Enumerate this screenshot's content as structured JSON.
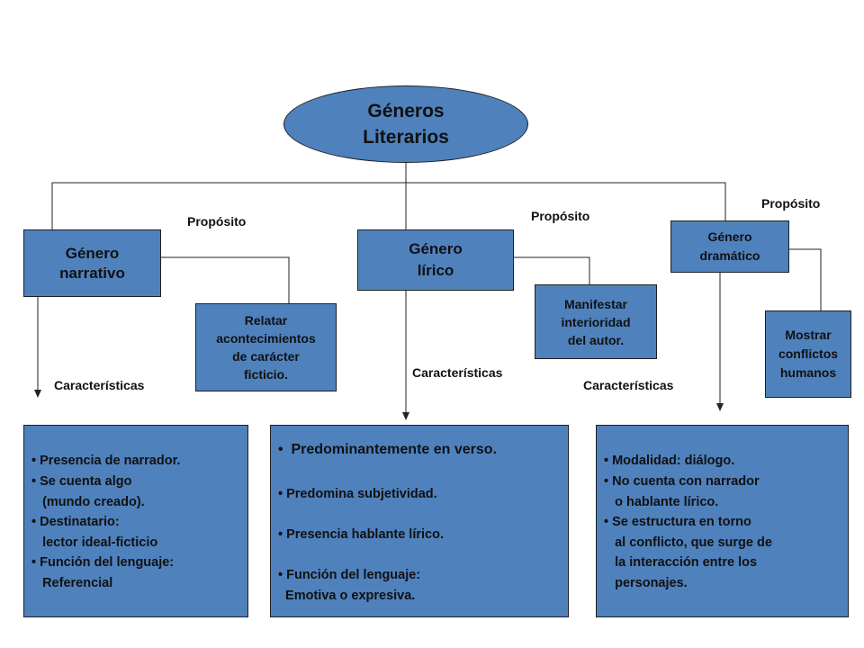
{
  "root": {
    "label": "Géneros\nLiterarios"
  },
  "genres": {
    "narrativo": {
      "label": "Género\nnarrativo"
    },
    "lirico": {
      "label": "Género\nlírico"
    },
    "dramatico": {
      "label": "Género\ndramático"
    }
  },
  "labels": {
    "proposito": "Propósito",
    "caracteristicas": "Características"
  },
  "purposes": {
    "narrativo": "Relatar\nacontecimientos\nde carácter\nficticio.",
    "lirico": "Manifestar\ninterioridad\ndel autor.",
    "dramatico": "Mostrar\nconflictos\nhumanos"
  },
  "characteristics": {
    "narrativo": [
      "• Presencia de narrador.",
      "• Se cuenta algo\n   (mundo creado).",
      "• Destinatario:\n   lector ideal-ficticio",
      "• Función del lenguaje:\n   Referencial"
    ],
    "lirico": [
      "•  Predominantemente en verso.",
      "• Predomina subjetividad.",
      "• Presencia hablante lírico.",
      "• Función del lenguaje:\n  Emotiva o expresiva."
    ],
    "dramatico": [
      "• Modalidad: diálogo.",
      "• No cuenta con narrador\n   o hablante lírico.",
      "• Se estructura en torno\n   al conflicto, que surge de\n   la interacción entre los\n   personajes."
    ]
  }
}
